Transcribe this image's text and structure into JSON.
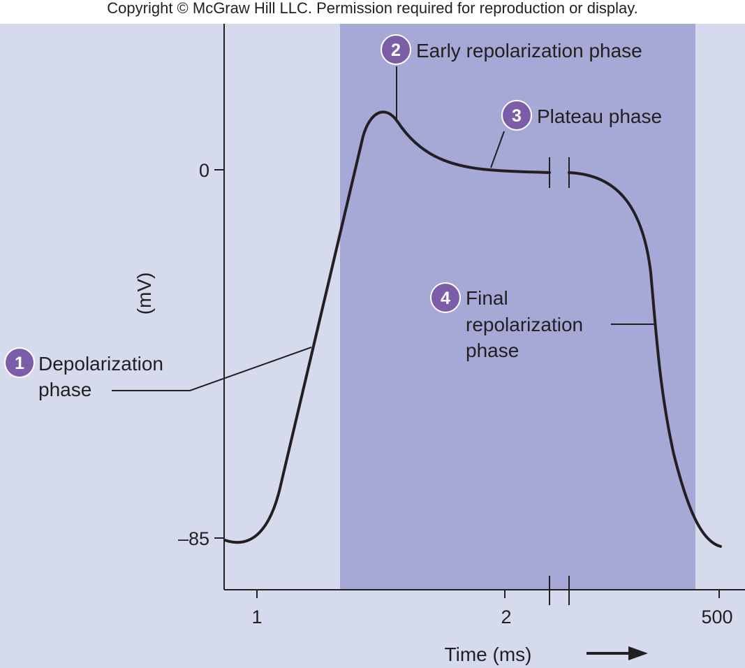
{
  "copyright": "Copyright © McGraw Hill LLC. Permission required for reproduction or display.",
  "colors": {
    "background": "#d5daed",
    "shaded_region": "#a6a8d6",
    "curve": "#231f20",
    "badge": "#7b5ea7"
  },
  "chart_data": {
    "type": "line",
    "title": "",
    "xlabel": "Time (ms)",
    "ylabel": "(mV)",
    "x_ticks": [
      "1",
      "2",
      "500"
    ],
    "y_ticks": [
      "0",
      "–85"
    ],
    "y_values": [
      0,
      -85
    ],
    "x_axis_break": true,
    "shaded_region": "phases 2–4",
    "phases": [
      {
        "number": "1",
        "label_lines": [
          "Depolarization",
          "phase"
        ]
      },
      {
        "number": "2",
        "label_lines": [
          "Early repolarization phase"
        ]
      },
      {
        "number": "3",
        "label_lines": [
          "Plateau phase"
        ]
      },
      {
        "number": "4",
        "label_lines": [
          "Final",
          "repolarization",
          "phase"
        ]
      }
    ]
  }
}
